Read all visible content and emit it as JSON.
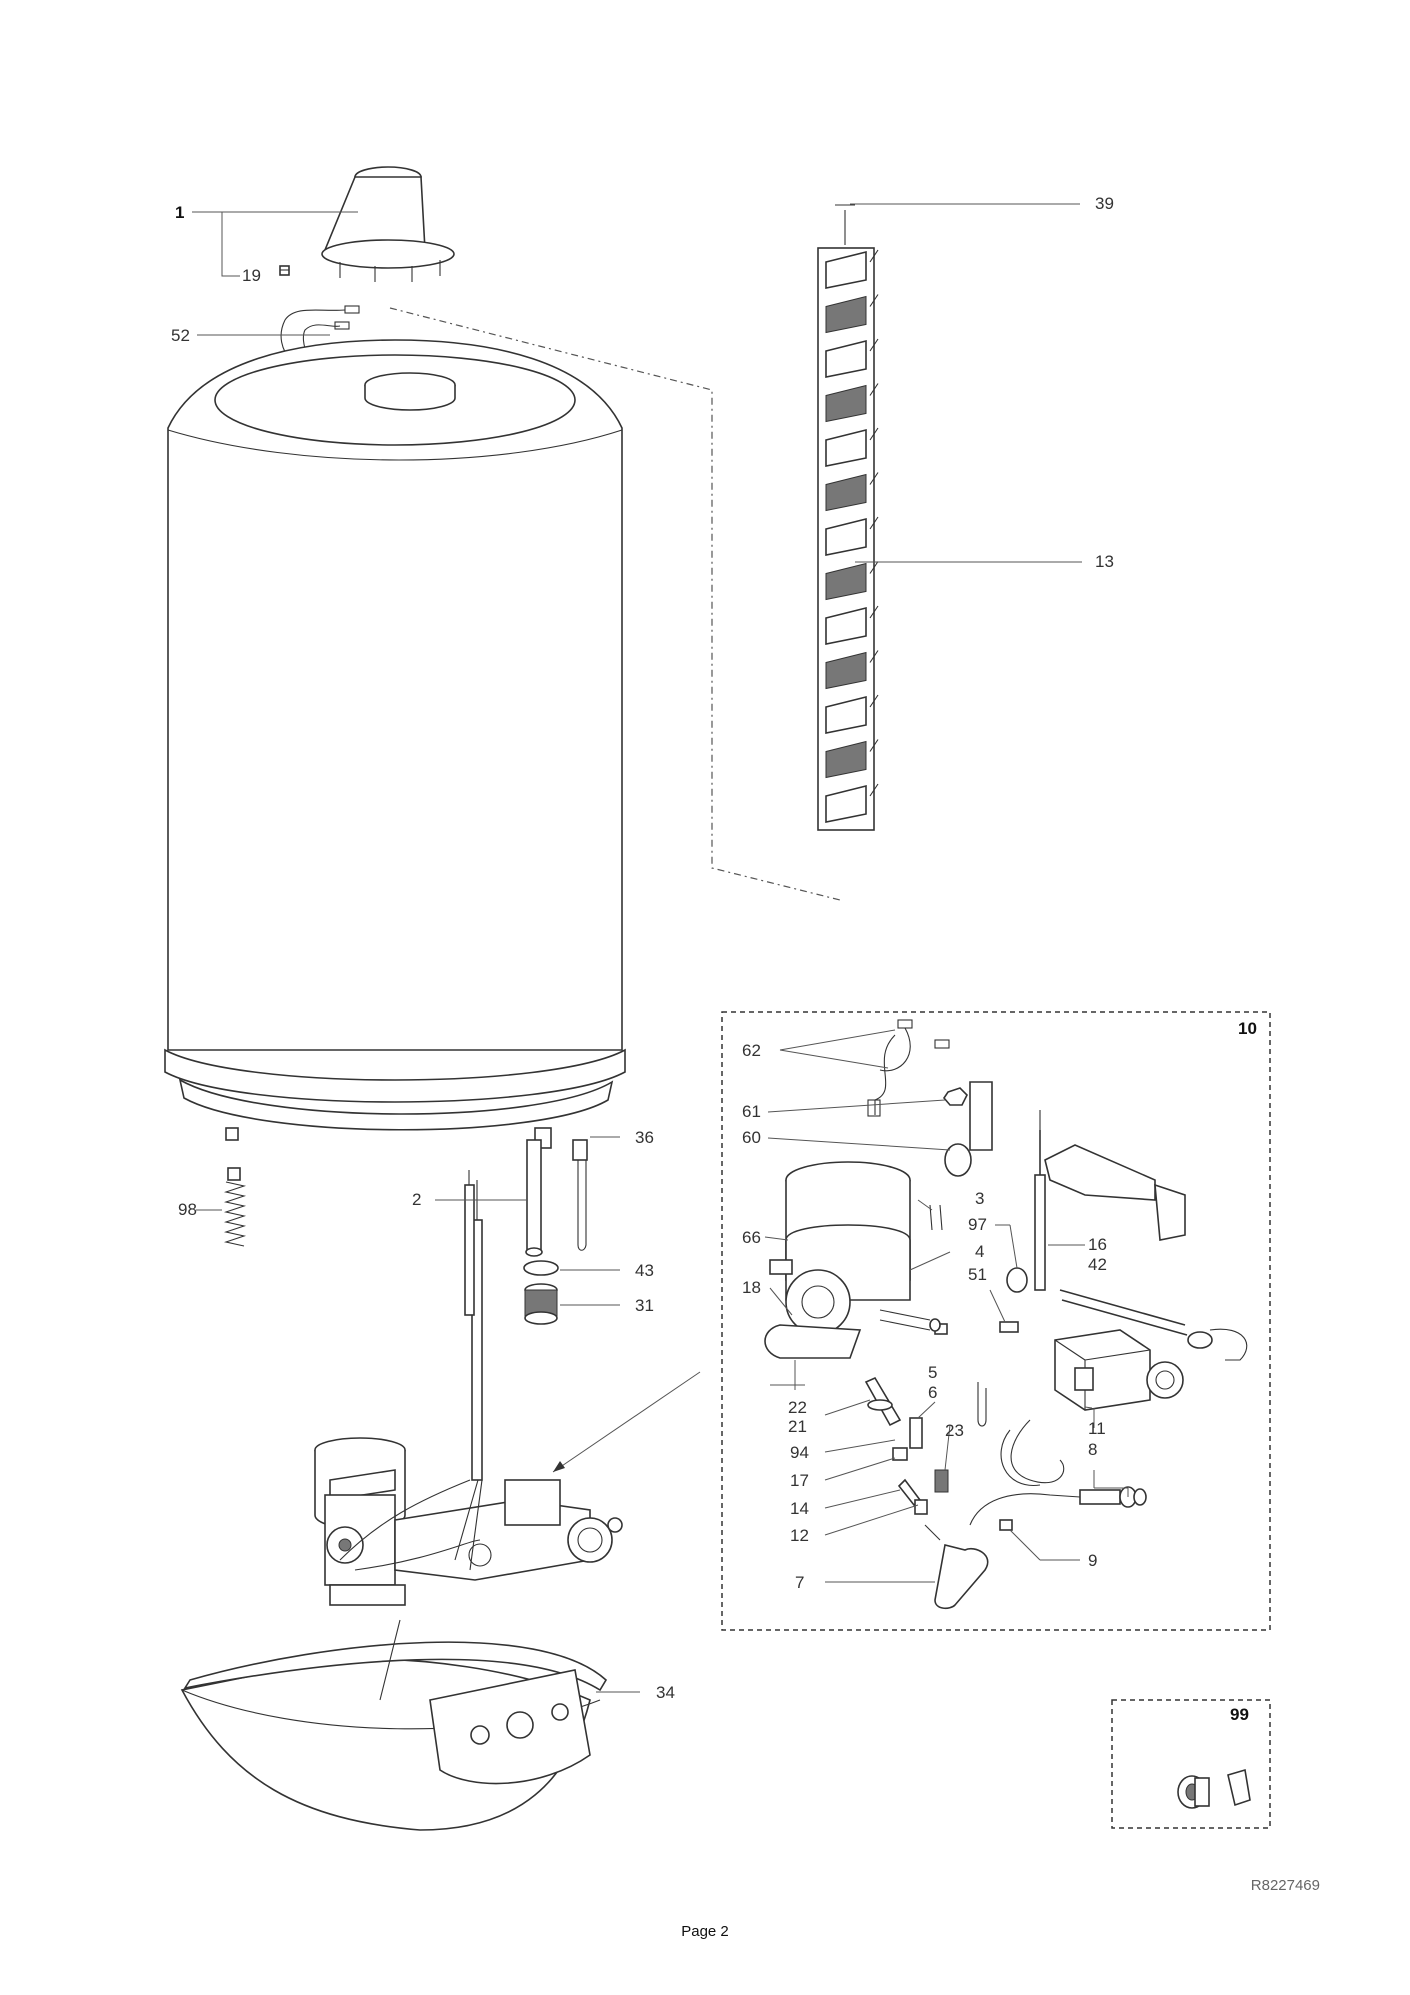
{
  "callouts": {
    "c1": "1",
    "c19": "19",
    "c52": "52",
    "c39": "39",
    "c13": "13",
    "c36": "36",
    "c98": "98",
    "c2": "2",
    "c43": "43",
    "c31": "31",
    "c34": "34",
    "c62": "62",
    "c61": "61",
    "c60": "60",
    "c3": "3",
    "c66": "66",
    "c97": "97",
    "c16": "16",
    "c4": "4",
    "c42": "42",
    "c51": "51",
    "c18": "18",
    "c5": "5",
    "c6": "6",
    "c22": "22",
    "c21": "21",
    "c11": "11",
    "c23": "23",
    "c8": "8",
    "c94": "94",
    "c17": "17",
    "c14": "14",
    "c12": "12",
    "c9": "9",
    "c7": "7"
  },
  "detail_box": {
    "label": "10"
  },
  "accessory_box": {
    "label": "99"
  },
  "footer": {
    "drawing_code": "R8227469",
    "page_label": "Page 2"
  }
}
